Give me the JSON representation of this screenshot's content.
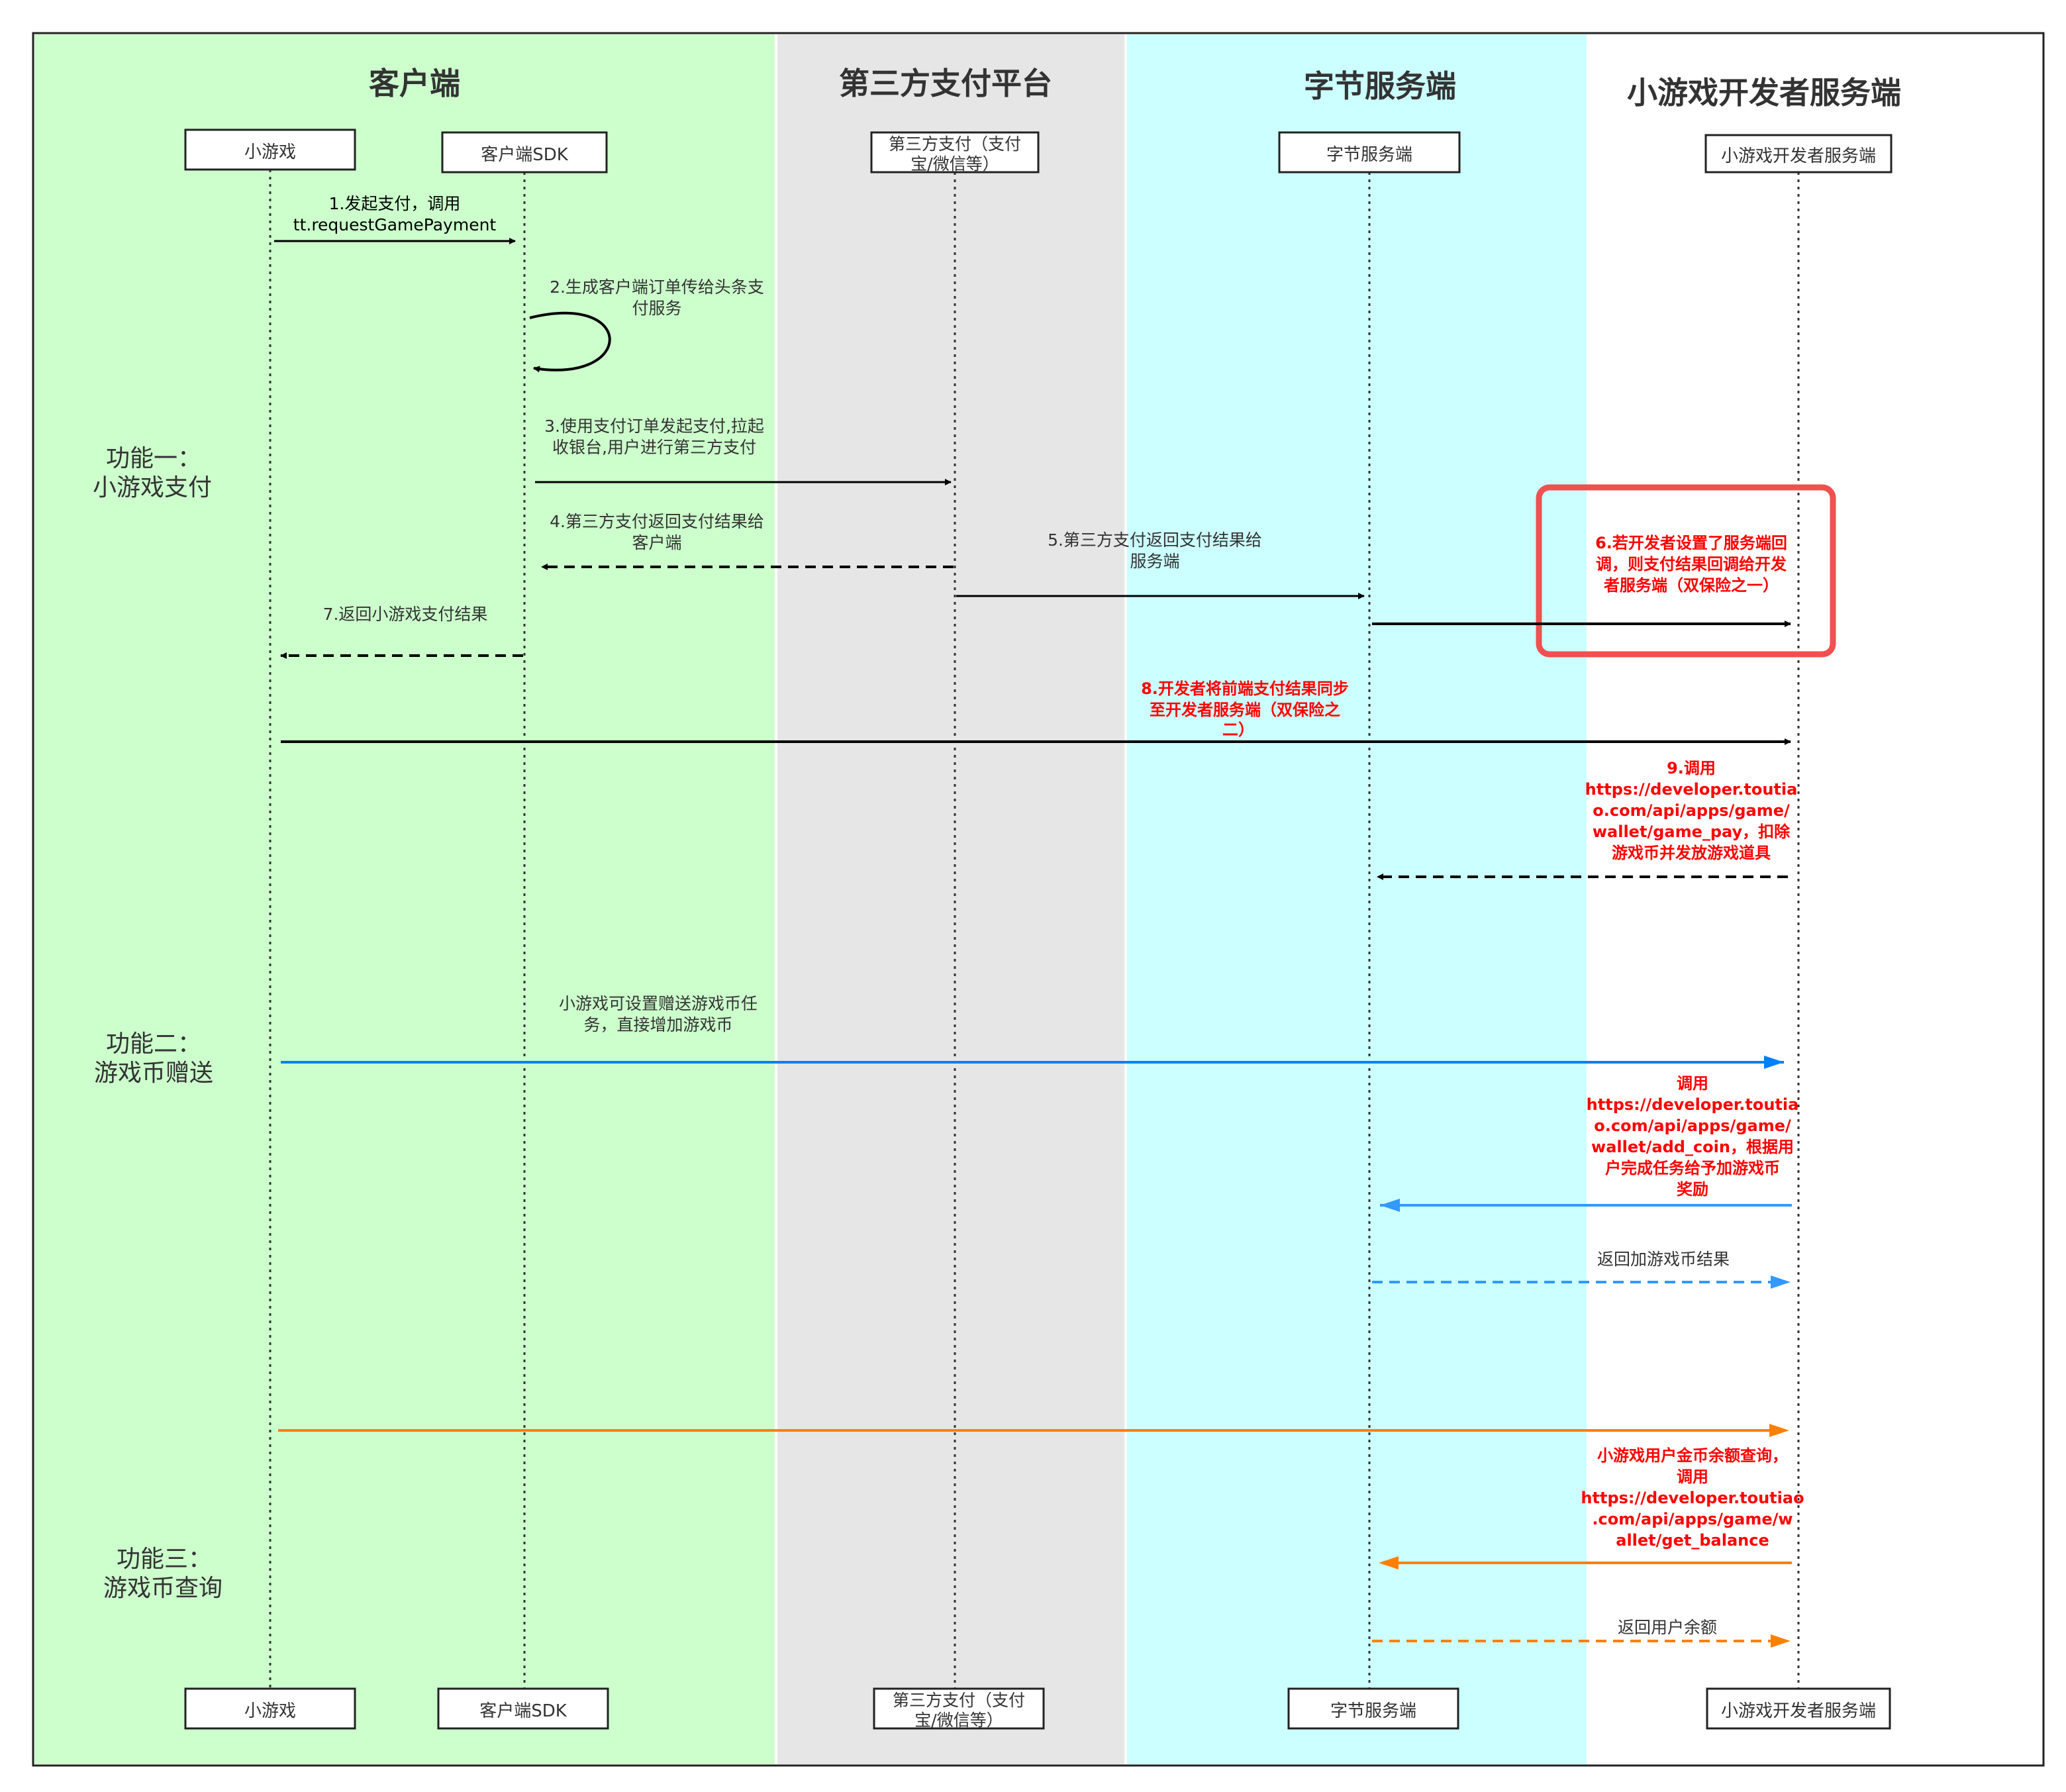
{
  "lanes": [
    {
      "title": "客户端",
      "fill": "#ccffcc"
    },
    {
      "title": "第三方支付平台",
      "fill": "#e6e6e6"
    },
    {
      "title": "字节服务端",
      "fill": "#ccffff"
    },
    {
      "title": "小游戏开发者服务端",
      "fill": "#ffffff"
    }
  ],
  "participants": [
    {
      "label": "小游戏",
      "lines": [
        "小游戏"
      ]
    },
    {
      "label": "客户端SDK",
      "lines": [
        "客户端SDK"
      ]
    },
    {
      "label": "第三方支付（支付宝/微信等）",
      "lines": [
        "第三方支付（支付",
        "宝/微信等）"
      ]
    },
    {
      "label": "字节服务端",
      "lines": [
        "字节服务端"
      ]
    },
    {
      "label": "小游戏开发者服务端",
      "lines": [
        "小游戏开发者服务端"
      ]
    }
  ],
  "sections": [
    {
      "name": "功能一：小游戏支付",
      "lines": [
        "功能一：",
        "小游戏支付"
      ]
    },
    {
      "name": "功能二：游戏币赠送",
      "lines": [
        "功能二：",
        "游戏币赠送"
      ]
    },
    {
      "name": "功能三：游戏币查询",
      "lines": [
        "功能三：",
        "游戏币查询"
      ]
    }
  ],
  "messages": [
    {
      "lines": [
        "1.发起支付，调用",
        "tt.requestGamePayment"
      ],
      "color": "#000000",
      "text_color": "#000000",
      "bold": false,
      "dashed": false
    },
    {
      "lines": [
        "2.生成客户端订单传给头条支",
        "付服务"
      ],
      "color": "#333333",
      "text_color": "#333333",
      "bold": false,
      "dashed": false
    },
    {
      "lines": [
        "3.使用支付订单发起支付,拉起",
        "收银台,用户进行第三方支付"
      ],
      "color": "#333333",
      "text_color": "#333333",
      "bold": false,
      "dashed": false
    },
    {
      "lines": [
        "4.第三方支付返回支付结果给",
        "客户端"
      ],
      "color": "#333333",
      "text_color": "#333333",
      "bold": false,
      "dashed": true
    },
    {
      "lines": [
        "5.第三方支付返回支付结果给",
        "服务端"
      ],
      "color": "#333333",
      "text_color": "#333333",
      "bold": false,
      "dashed": false
    },
    {
      "lines": [
        "6.若开发者设置了服务端回",
        "调，则支付结果回调给开发",
        "者服务端（双保险之一）"
      ],
      "color": "#000000",
      "text_color": "#ff0000",
      "bold": true,
      "dashed": false
    },
    {
      "lines": [
        "7.返回小游戏支付结果"
      ],
      "color": "#333333",
      "text_color": "#333333",
      "bold": false,
      "dashed": true
    },
    {
      "lines": [
        "8.开发者将前端支付结果同步",
        "至开发者服务端（双保险之",
        "二）"
      ],
      "color": "#000000",
      "text_color": "#ff0000",
      "bold": true,
      "dashed": false
    },
    {
      "lines": [
        "9.调用",
        "https://developer.toutia",
        "o.com/api/apps/game/",
        "wallet/game_pay，扣除",
        "游戏币并发放游戏道具"
      ],
      "color": "#000000",
      "text_color": "#ff0000",
      "bold": true,
      "dashed": true
    },
    {
      "lines": [
        "小游戏可设置赠送游戏币任",
        "务，直接增加游戏币"
      ],
      "color": "#007fff",
      "text_color": "#333333",
      "bold": false,
      "dashed": false
    },
    {
      "lines": [
        "调用",
        "https://developer.toutia",
        "o.com/api/apps/game/",
        "wallet/add_coin，根据用",
        "户完成任务给予加游戏币",
        "奖励"
      ],
      "color": "#3399ff",
      "text_color": "#ff0000",
      "bold": true,
      "dashed": false
    },
    {
      "lines": [
        "返回加游戏币结果"
      ],
      "color": "#3399ff",
      "text_color": "#333333",
      "bold": false,
      "dashed": true
    },
    {
      "lines": [],
      "color": "#ff8000",
      "text_color": "#333333",
      "bold": false,
      "dashed": false
    },
    {
      "lines": [
        "小游戏用户金币余额查询，",
        "调用",
        "https://developer.toutiao",
        ".com/api/apps/game/w",
        "allet/get_balance"
      ],
      "color": "#ff8000",
      "text_color": "#ff0000",
      "bold": true,
      "dashed": false
    },
    {
      "lines": [
        "返回用户余额"
      ],
      "color": "#ff8000",
      "text_color": "#333333",
      "bold": false,
      "dashed": true
    }
  ],
  "highlight": {
    "target_message": 6,
    "color": "#f05050"
  }
}
